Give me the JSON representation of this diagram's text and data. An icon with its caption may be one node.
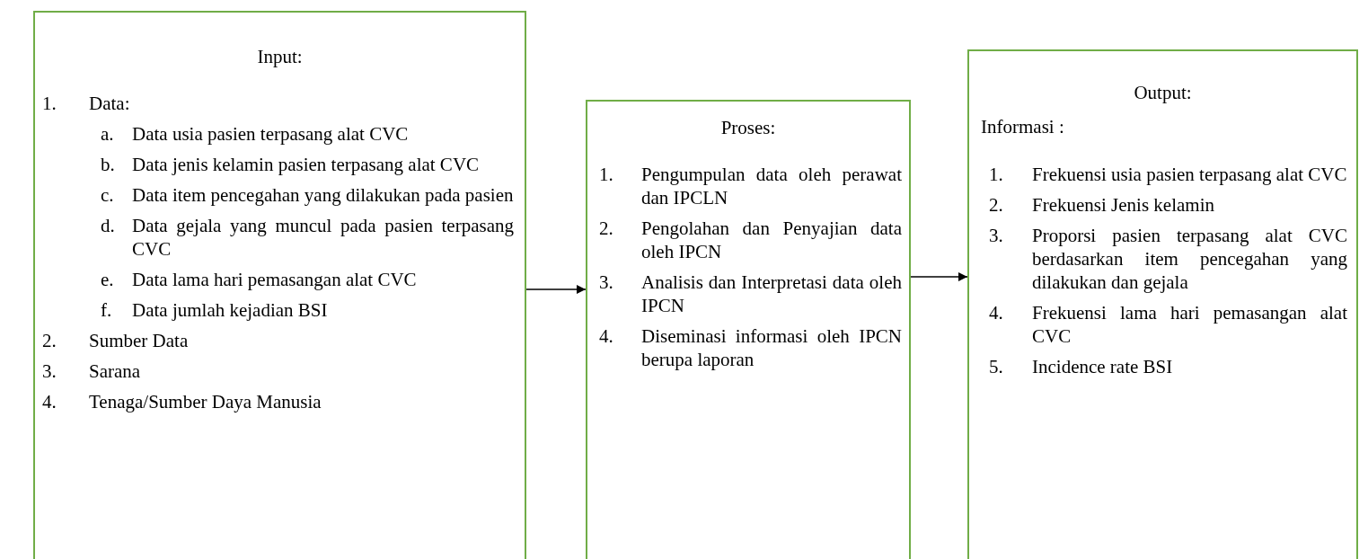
{
  "diagram": {
    "nodes": [
      {
        "text": [
          "Input:",
          "1. Data:",
          "a. Data usia pasien terpasang alat CVC",
          "b. Data jenis kelamin pasien terpasang alat CVC",
          "c. Data item pencegahan yang dilakukan pada pasien",
          "d. Data gejala yang muncul pada pasien terpasang CVC",
          "e. Data lama hari pemasangan alat CVC",
          "f. Data jumlah kejadian BSI",
          "2. Sumber Data",
          "3. Sarana",
          "4. Tenaga/Sumber Daya Manusia"
        ]
      },
      {
        "text": [
          "Proses:",
          "1. Pengumpulan data oleh perawat dan IPCLN",
          "2. Pengolahan dan Penyajian data oleh IPCN",
          "3. Analisis dan Interpretasi data oleh IPCN",
          "4. Diseminasi informasi oleh IPCN berupa laporan"
        ]
      },
      {
        "text": [
          "Output:",
          "Informasi :",
          "1. Frekuensi usia pasien terpasang alat CVC",
          "2. Frekuensi Jenis kelamin",
          "3. Proporsi pasien terpasang alat CVC berdasarkan item pencegahan yang dilakukan dan gejala",
          "4. Frekuensi lama hari pemasangan alat CVC",
          "5. Incidence rate BSI"
        ]
      }
    ],
    "edges": [
      {
        "from": 0,
        "to": 1,
        "arrow": "to"
      },
      {
        "from": 1,
        "to": 2,
        "arrow": "to"
      }
    ]
  }
}
